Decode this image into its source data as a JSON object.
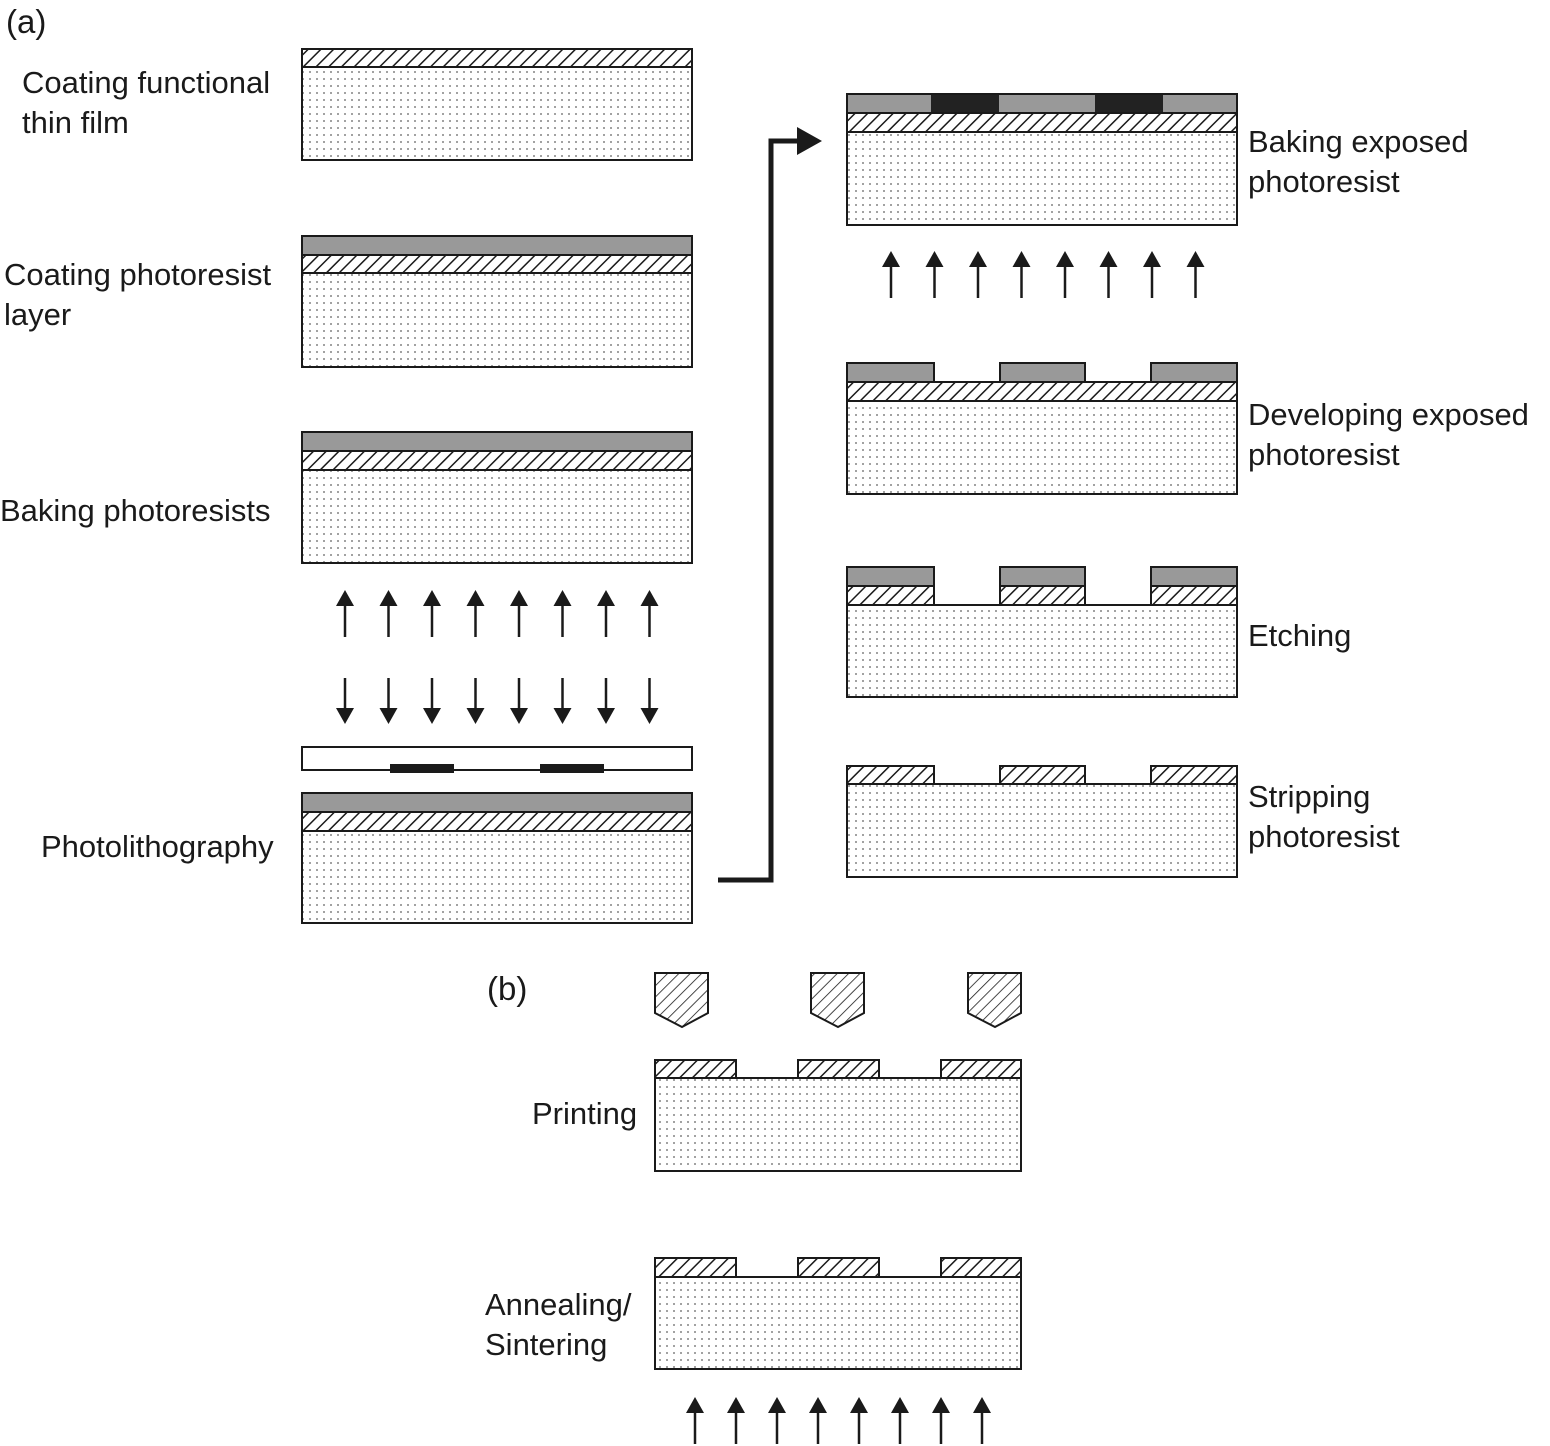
{
  "figure": {
    "panel_a": "(a)",
    "panel_b": "(b)"
  },
  "colors": {
    "photoresist": "#999999",
    "exposed_photoresist": "#222222",
    "outline": "#1a1a1a",
    "substrate_dots": "#555555"
  },
  "steps": {
    "coating_film": [
      "Coating functional",
      "thin film"
    ],
    "coating_resist": [
      "Coating photoresist",
      "layer"
    ],
    "baking_resist": [
      "Baking photoresists"
    ],
    "photolithography": [
      "Photolithography"
    ],
    "baking_exposed": [
      "Baking exposed",
      "photoresist"
    ],
    "developing": [
      "Developing exposed",
      "photoresist"
    ],
    "etching": [
      "Etching"
    ],
    "stripping": [
      "Stripping",
      "photoresist"
    ],
    "printing": [
      "Printing"
    ],
    "annealing": [
      "Annealing/",
      "Sintering"
    ]
  }
}
